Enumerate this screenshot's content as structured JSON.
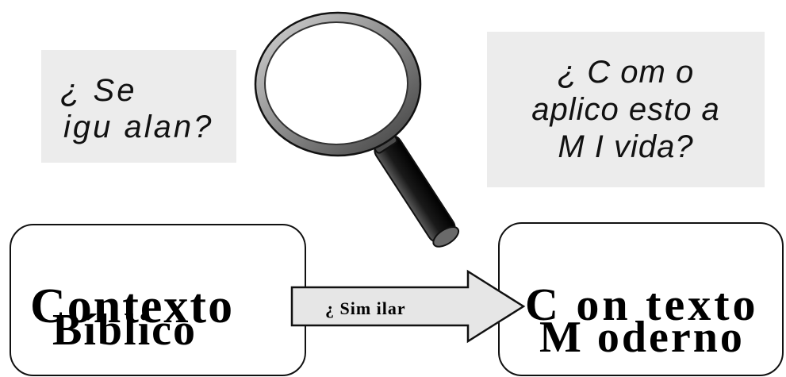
{
  "questions": {
    "left": {
      "line1": "¿ Se",
      "line2": "igu alan?"
    },
    "right": {
      "line1": "¿ C om o",
      "line2": "aplico esto a",
      "line3": "M I vida?"
    }
  },
  "contexts": {
    "biblical": {
      "title": "Contexto",
      "subtitle": "Bíblico"
    },
    "modern": {
      "title": "C on texto",
      "subtitle": "M oderno"
    }
  },
  "arrow": {
    "label": "¿ Sim ilar"
  },
  "icons": {
    "magnifier": "magnifying-glass-icon",
    "arrow": "right-arrow-icon"
  },
  "colors": {
    "question_box": "#ececec",
    "arrow_fill": "#e6e6e6",
    "outline": "#111111"
  }
}
